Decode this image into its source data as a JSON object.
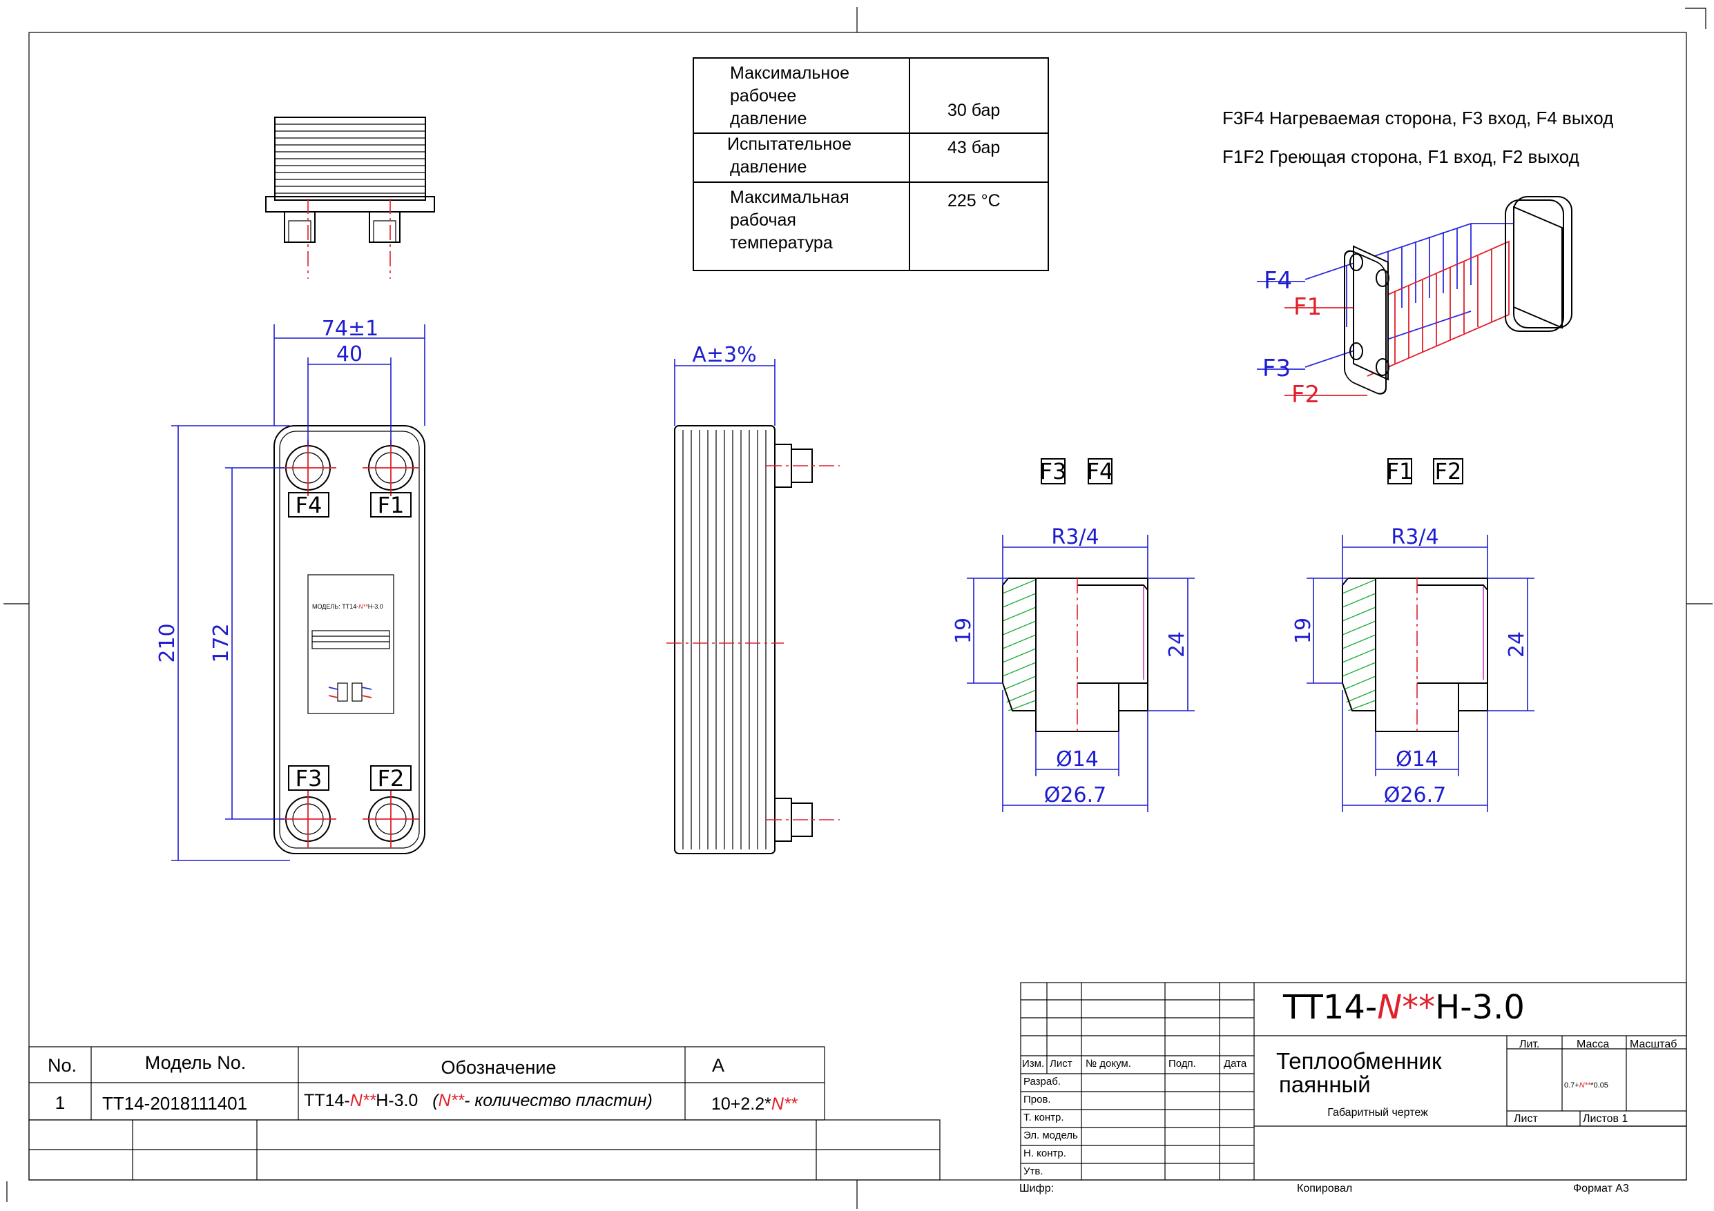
{
  "specs": {
    "rows": [
      {
        "label": [
          "Максимальное",
          "рабочее",
          "давление"
        ],
        "value": "30 бар"
      },
      {
        "label": [
          "Испытательное",
          "давление"
        ],
        "value": "43 бар"
      },
      {
        "label": [
          "Максимальная",
          "рабочая",
          "температура"
        ],
        "value": "225 °C"
      }
    ]
  },
  "notes": {
    "heated": "F3F4 Нагреваемая сторона, F3 вход, F4 выход",
    "heating": "F1F2 Греющая сторона, F1 вход, F2 выход"
  },
  "ports": {
    "f1": "F1",
    "f2": "F2",
    "f3": "F3",
    "f4": "F4"
  },
  "dims": {
    "width": "74±1",
    "port_spacing": "40",
    "height": "210",
    "port_vertical": "172",
    "thickness": "A±3%",
    "thread": "R3/4",
    "thread_len": "19",
    "fitting_len": "24",
    "inner_diam": "Ø14",
    "outer_diam": "Ø26.7"
  },
  "nameplate": {
    "model_prefix": "МОДЕЛЬ: TT14-",
    "model_n": "N**",
    "model_suffix": "H-3.0"
  },
  "parts_table": {
    "headers": {
      "no": "No.",
      "model": "Модель No.",
      "designation": "Обозначение",
      "a": "A"
    },
    "row": {
      "no": "1",
      "model": "TT14-2018111401",
      "des_prefix": "TT14-",
      "des_n": "N**",
      "des_suffix": "H-3.0",
      "des_note_open": "(",
      "des_note_n": "N**",
      "des_note_text": "- количество пластин)",
      "a_prefix": "10+2.2*",
      "a_n": "N**"
    }
  },
  "title_block": {
    "code_prefix": "TT14-",
    "code_n": "N**",
    "code_suffix": "H-3.0",
    "name_line1": "Теплообменник",
    "name_line2": "паянный",
    "doc_type": "Габаритный чертеж",
    "lit": "Лит.",
    "mass": "Масса",
    "scale": "Масштаб",
    "mass_prefix": "0.7+",
    "mass_n": "N**",
    "mass_suffix": "*0.05",
    "sheet": "Лист",
    "sheets": "Листов 1",
    "cols": [
      "Изм.",
      "Лист",
      "№ докум.",
      "Подп.",
      "Дата"
    ],
    "roles": [
      "Разраб.",
      "Пров.",
      "Т. контр.",
      "Эл. модель",
      "Н. контр.",
      "Утв."
    ],
    "cipher": "Шифр:",
    "copied": "Копировал",
    "format": "Формат A3"
  },
  "colors": {
    "dimension": "#1d1dcf",
    "centerline": "#e0202a",
    "hatch": "#1fae3a",
    "variable": "#e0202a"
  }
}
